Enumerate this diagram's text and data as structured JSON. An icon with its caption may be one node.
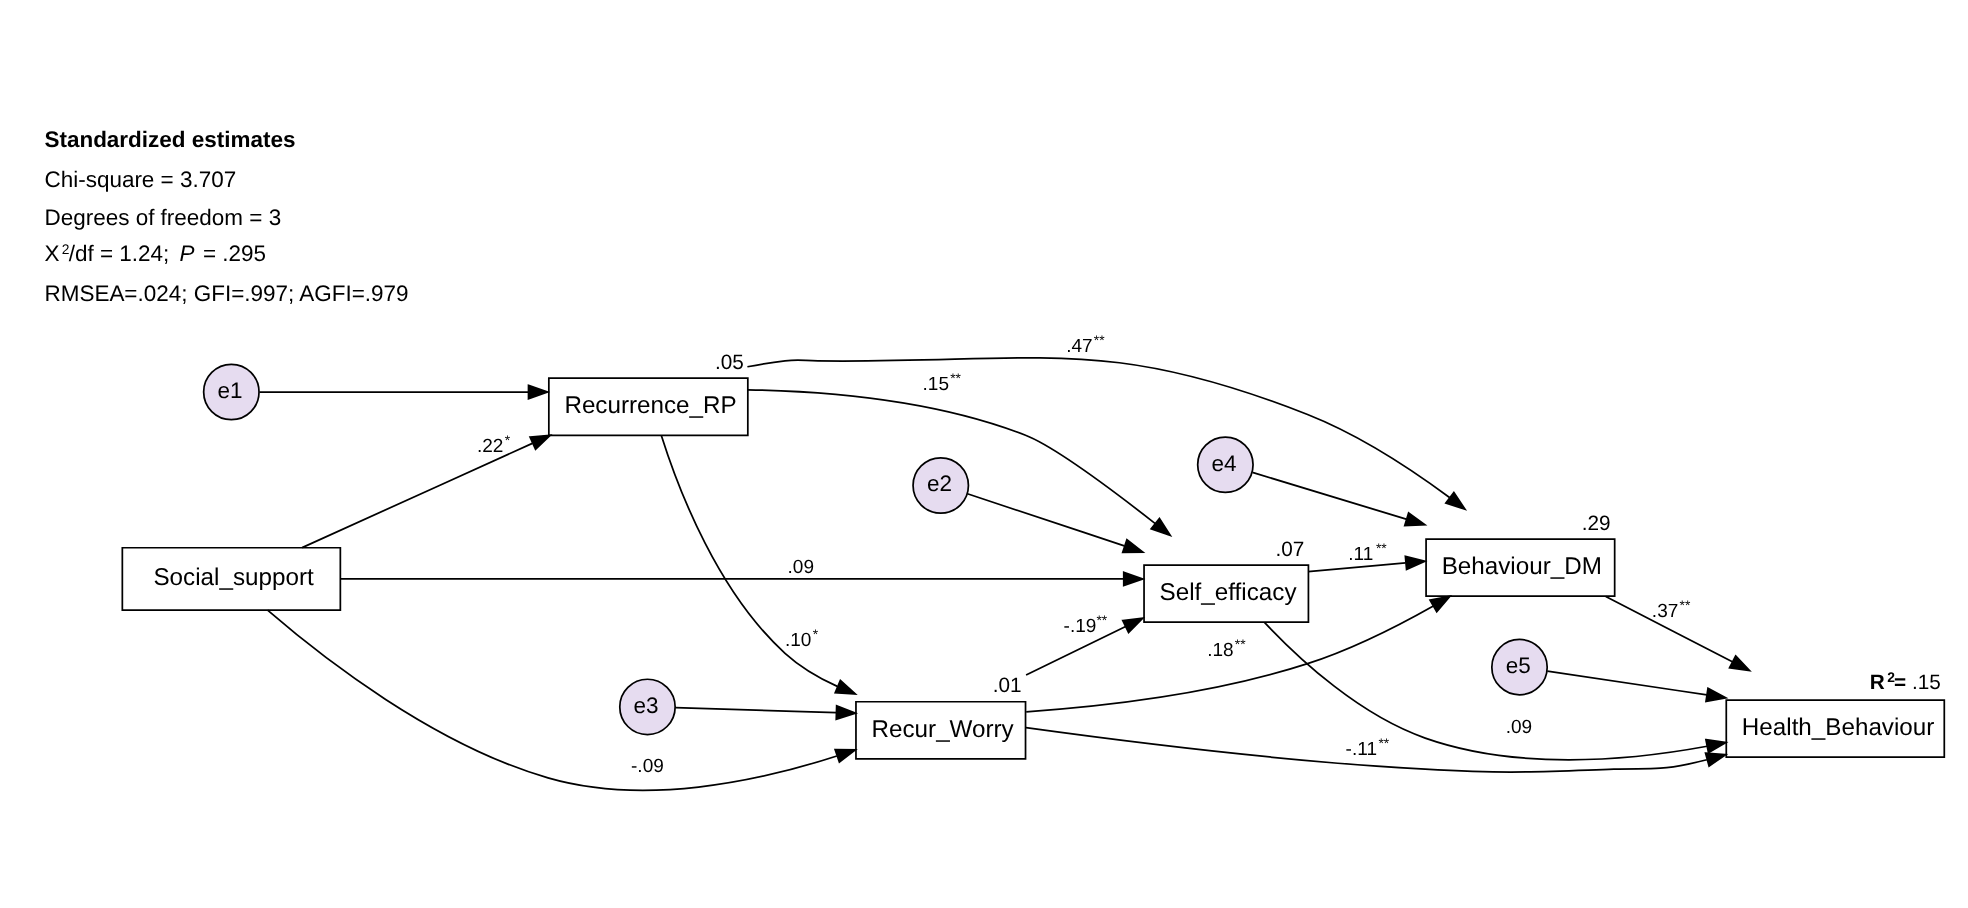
{
  "diagram": {
    "nodes": [
      {
        "text": [
          "e2"
        ]
      },
      {
        "text": [
          "Self_efficacy"
        ],
        "beside": [
          ".07"
        ]
      },
      {
        "text": [
          "e1"
        ]
      },
      {
        "text": [
          "e4"
        ]
      },
      {
        "text": [
          "e5"
        ]
      },
      {
        "text": [
          "Social_support"
        ]
      },
      {
        "text": [
          "Recurrence_RP"
        ],
        "beside": [
          ".05"
        ]
      },
      {
        "text": [
          "Behaviour_DM"
        ],
        "beside": [
          ".29"
        ]
      },
      {
        "text": [
          "Health_Behaviour"
        ],
        "beside": [
          "**R$^{2}$=** .15"
        ]
      },
      {
        "text": [
          "e3"
        ]
      },
      {
        "text": [
          "Recur_Worry"
        ],
        "beside": [
          ".01"
        ]
      }
    ],
    "edges": [
      {
        "from": 0,
        "to": 1,
        "arrow": "to"
      },
      {
        "from": 2,
        "to": 6,
        "arrow": "to"
      },
      {
        "from": 3,
        "to": 7,
        "arrow": "to"
      },
      {
        "from": 4,
        "to": 8,
        "arrow": "to"
      },
      {
        "from": 9,
        "to": 10,
        "arrow": "to"
      },
      {
        "from": 5,
        "to": 1,
        "arrow": "to",
        "label": ".09"
      },
      {
        "from": 5,
        "to": 6,
        "arrow": "to",
        "label": ".22$^{*}$"
      },
      {
        "from": 5,
        "to": 10,
        "arrow": "to",
        "label": "-.09"
      },
      {
        "from": 6,
        "to": 1,
        "arrow": "to",
        "label": ".15$^{**}$"
      },
      {
        "from": 6,
        "to": 7,
        "arrow": "to",
        "label": ".47$^{**}$"
      },
      {
        "from": 6,
        "to": 10,
        "arrow": "to",
        "label": ".10$^{*}$"
      },
      {
        "from": 1,
        "to": 7,
        "arrow": "to",
        "label": ".11$^{**}$"
      },
      {
        "from": 1,
        "to": 8,
        "arrow": "to",
        "label": ".09"
      },
      {
        "from": 10,
        "to": 1,
        "arrow": "to",
        "label": "-.19$^{**}$"
      },
      {
        "from": 10,
        "to": 7,
        "arrow": "to",
        "label": ".18$^{**}$"
      },
      {
        "from": 10,
        "to": 8,
        "arrow": "to",
        "label": "-.11$^{**}$"
      },
      {
        "from": 7,
        "to": 8,
        "arrow": "to",
        "label": ".37$^{**}$"
      }
    ],
    "labels": [
      "Standardized estimates",
      "Chi-square = 3.707",
      "Degrees of freedom = 3",
      "X$^{2}$/df = 1.24; *P* = .295",
      "RMSEA=.024; GFI=.997; AGFI=.979"
    ]
  }
}
